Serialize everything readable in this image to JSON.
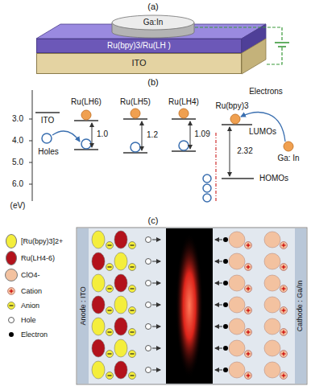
{
  "diagram": {
    "nodes": [
      {
        "text": [
          "Ga:In"
        ]
      },
      {
        "text": [
          "Ru(bpy)3/Ru(LH )"
        ]
      },
      {
        "text": [
          "ITO"
        ]
      },
      {
        "text": [
          "Anode : ITO"
        ]
      },
      {
        "text": [
          "Cathode : Ga/In"
        ]
      }
    ],
    "labels": [
      "(a)",
      "(b)",
      "3.0",
      "4.0",
      "5.0",
      "6.0",
      "(eV)",
      "ITO",
      "Ru(LH6)",
      "Ru(LH5)",
      "Ru(LH4)",
      "Ru(bpy)3",
      "1.0",
      "1.2",
      "1.09",
      "2.32",
      "Holes",
      "Electrons",
      "LUMOs",
      "Ga: In",
      "HOMOs",
      "(c)"
    ],
    "legend": [
      {
        "text": "[Ru(bpy)3]2+",
        "color": "#f4ee3c"
      },
      {
        "text": "Ru(LH4-6)",
        "color": "#b3121c"
      },
      {
        "text": "ClO4-",
        "color": "#f3c2a0"
      },
      {
        "text": "Cation"
      },
      {
        "text": "Anion"
      },
      {
        "text": "Hole"
      },
      {
        "text": "Electron"
      }
    ]
  }
}
